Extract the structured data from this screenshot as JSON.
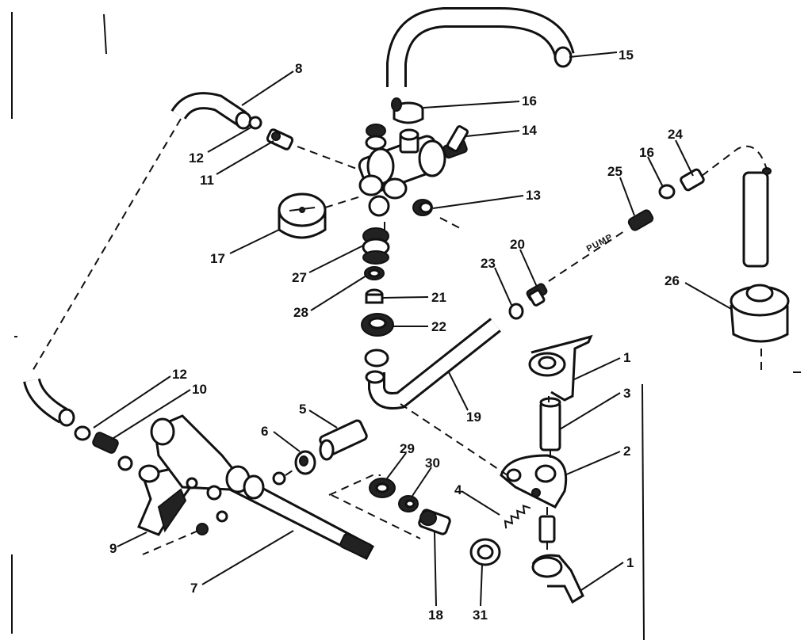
{
  "diagram": {
    "callouts": {
      "c15": "15",
      "c8top": "8",
      "c16top": "16",
      "c14": "14",
      "c12top": "12",
      "c11": "11",
      "c13": "13",
      "c24": "24",
      "c16right": "16",
      "c25": "25",
      "c17": "17",
      "c27": "27",
      "c20": "20",
      "c23": "23",
      "c26": "26",
      "c28": "28",
      "c21": "21",
      "c22": "22",
      "c1top": "1",
      "c12bottom": "12",
      "c10": "10",
      "c3": "3",
      "c19": "19",
      "c5": "5",
      "c6": "6",
      "c2": "2",
      "c29": "29",
      "c30": "30",
      "c4": "4",
      "c9": "9",
      "c1bottom": "1",
      "c7": "7",
      "c18": "18",
      "c31": "31"
    },
    "hose_marking": "PUMP"
  }
}
